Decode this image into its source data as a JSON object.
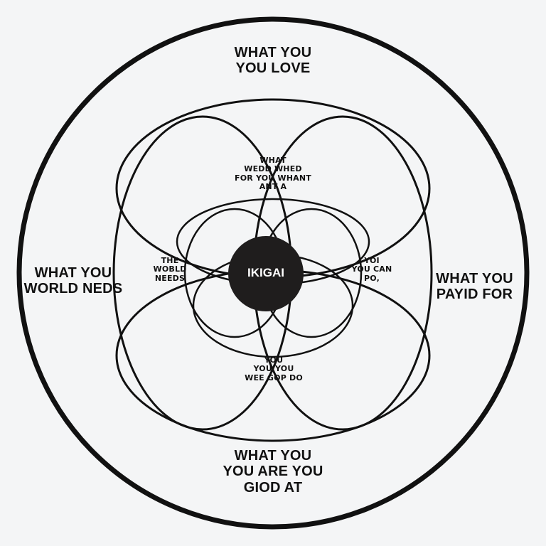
{
  "diagram": {
    "center_label": "IKIGAI",
    "labels": {
      "top": [
        "WHAT YOU",
        "YOU LOVE"
      ],
      "left": [
        "WHAT YOU",
        "WORLD NEDS"
      ],
      "right": [
        "WHAT YOU",
        "PAYID FOR"
      ],
      "bottom": [
        "WHAT YOU",
        "YOU ARE YOU",
        "GIOD AT"
      ]
    },
    "inner_labels": {
      "top": [
        "WHAT",
        "WEDD WHED",
        "FOR YOU WHANT",
        "ANT A"
      ],
      "left": [
        "THE",
        "WOBLD",
        "NEEDS"
      ],
      "right": [
        "YOI",
        "YOU CAN",
        "PO,"
      ],
      "bottom": [
        "YOU",
        "YOU YOU",
        "WEE GOP DO"
      ]
    },
    "colors": {
      "line": "#111111",
      "background": "#f4f5f6",
      "center_fill": "#1f1d1d",
      "center_text": "#ffffff"
    }
  }
}
